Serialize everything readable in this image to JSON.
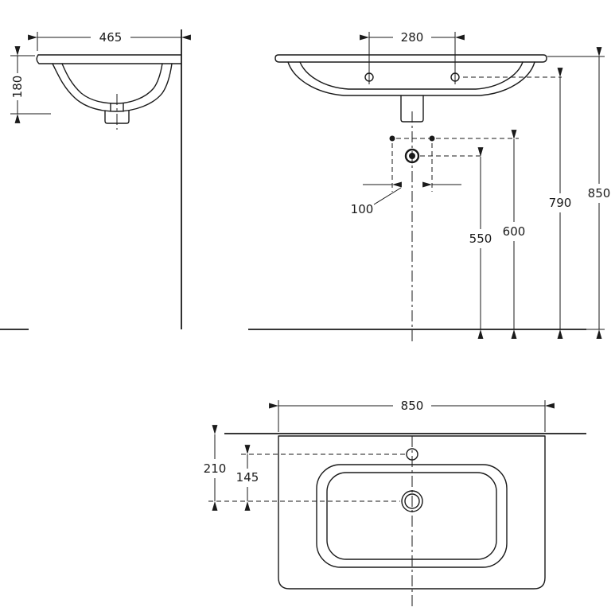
{
  "dims": {
    "side_width": "465",
    "side_height": "180",
    "tap_hole_spacing": "280",
    "fixing_hole_spacing": "100",
    "drain_height": "550",
    "fixing_height": "600",
    "tap_hole_height": "790",
    "overall_height": "850",
    "overall_width": "850",
    "wall_to_drain": "210",
    "tap_to_drain": "145"
  }
}
